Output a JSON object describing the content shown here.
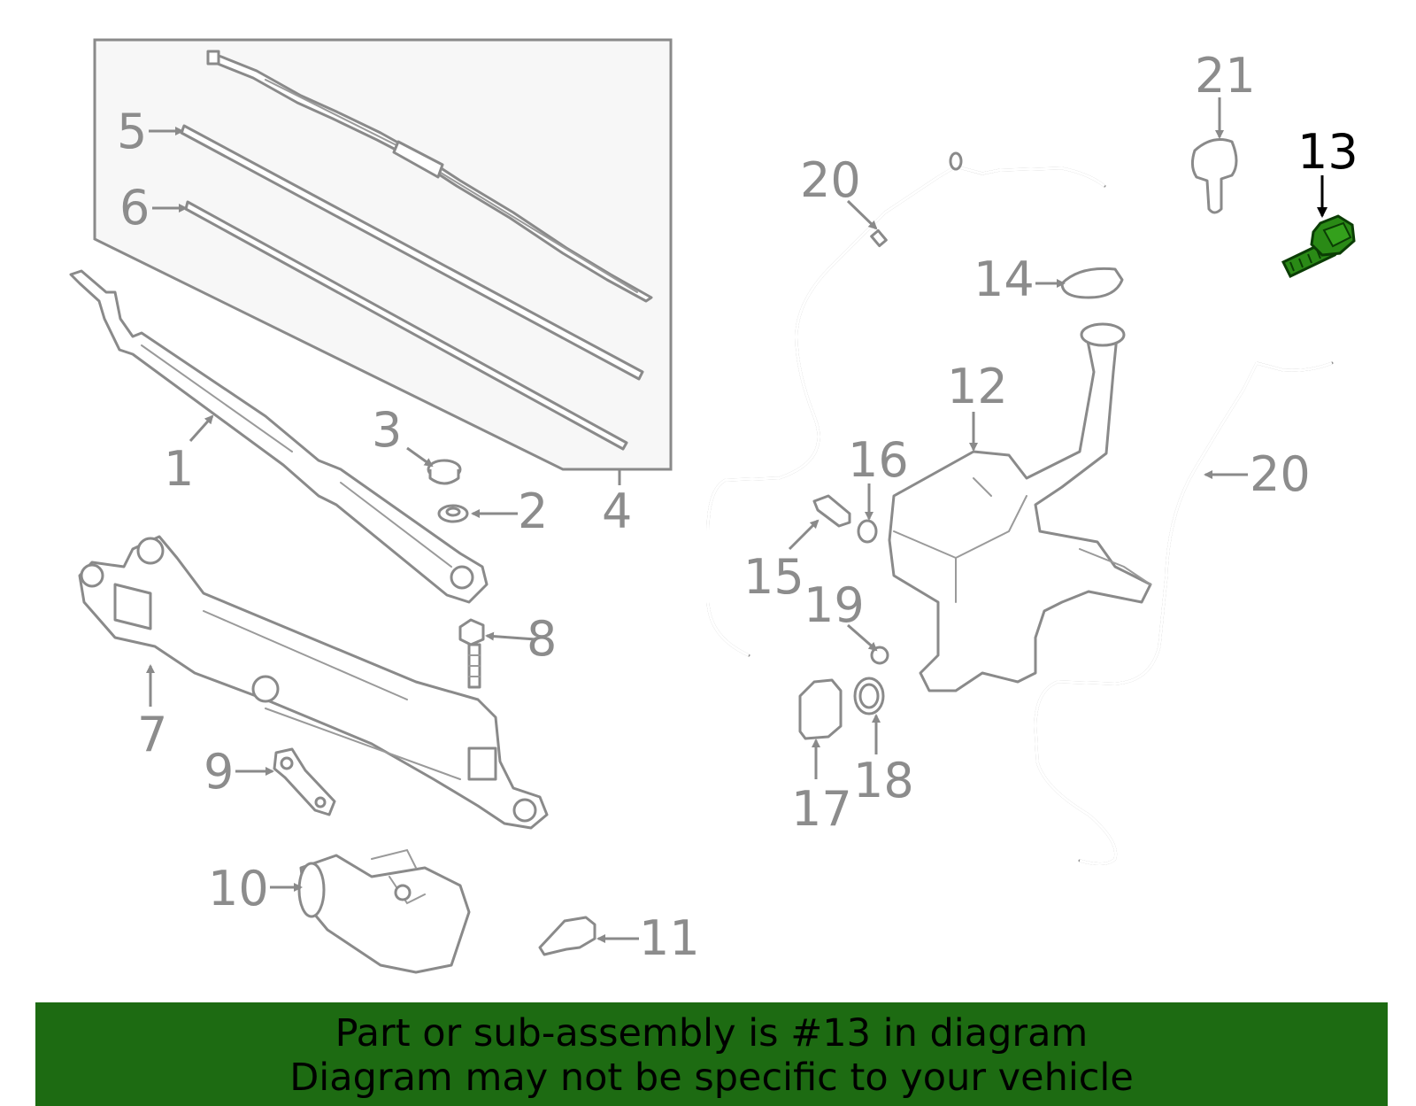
{
  "callouts": {
    "c1": "1",
    "c2": "2",
    "c3": "3",
    "c4": "4",
    "c5": "5",
    "c6": "6",
    "c7": "7",
    "c8": "8",
    "c9": "9",
    "c10": "10",
    "c11": "11",
    "c12": "12",
    "c13": "13",
    "c14": "14",
    "c15": "15",
    "c16": "16",
    "c17": "17",
    "c18": "18",
    "c19": "19",
    "c20a": "20",
    "c20b": "20",
    "c21": "21"
  },
  "highlight": {
    "part_number": "13",
    "color": "#1d7a12"
  },
  "banner": {
    "line1": "Part or sub-assembly is #13 in diagram",
    "line2": "Diagram may not be specific to your vehicle",
    "background": "#1d6b12"
  }
}
